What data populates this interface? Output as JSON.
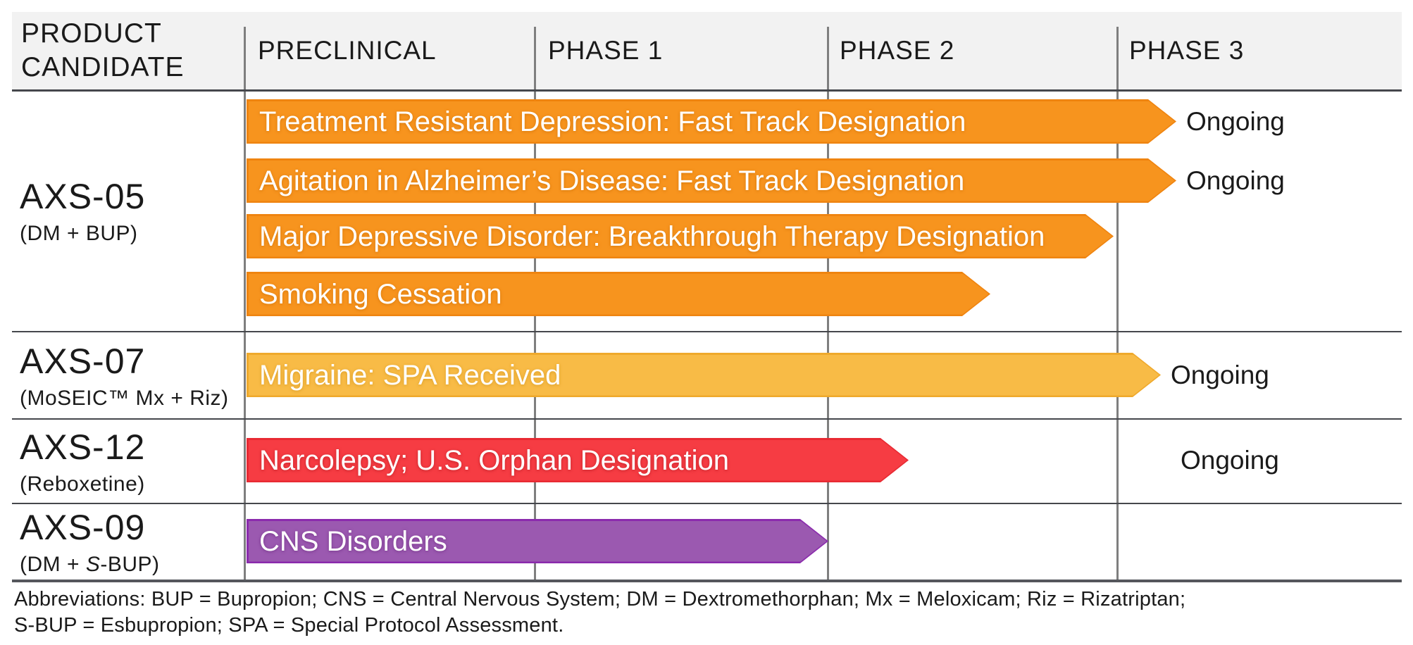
{
  "header": {
    "product_candidate_line1": "PRODUCT",
    "product_candidate_line2": "CANDIDATE",
    "preclinical": "PRECLINICAL",
    "phase1": "PHASE 1",
    "phase2": "PHASE 2",
    "phase3": "PHASE 3"
  },
  "rows": [
    {
      "product": "AXS-05",
      "detail": "(DM + BUP)",
      "bars": [
        {
          "label": "Treatment Resistant Depression: Fast Track Designation",
          "status": "Ongoing"
        },
        {
          "label": "Agitation in Alzheimer’s Disease: Fast Track Designation",
          "status": "Ongoing"
        },
        {
          "label": "Major Depressive Disorder: Breakthrough Therapy Designation",
          "status": ""
        },
        {
          "label": "Smoking Cessation",
          "status": ""
        }
      ]
    },
    {
      "product": "AXS-07",
      "detail": "(MoSEIC™ Mx + Riz)",
      "bars": [
        {
          "label": "Migraine: SPA Received",
          "status": "Ongoing"
        }
      ]
    },
    {
      "product": "AXS-12",
      "detail": "(Reboxetine)",
      "bars": [
        {
          "label": "Narcolepsy; U.S. Orphan Designation",
          "status": "Ongoing"
        }
      ]
    },
    {
      "product": "AXS-09",
      "detail_parts": {
        "pre": "(DM + ",
        "italic": "S",
        "post": "-BUP)"
      },
      "bars": [
        {
          "label": "CNS Disorders",
          "status": ""
        }
      ]
    }
  ],
  "footnote": {
    "line1": "Abbreviations: BUP = Bupropion; CNS = Central Nervous System; DM = Dextromethorphan; Mx = Meloxicam; Riz = Rizatriptan;",
    "line2": "S-BUP = Esbupropion; SPA = Special Protocol Assessment."
  },
  "colors": {
    "orange": "#F7941E",
    "orange_edge": "#EF8410",
    "gold": "#F8BB46",
    "gold_edge": "#EFA92C",
    "red": "#F63C43",
    "red_edge": "#E82A33",
    "purple": "#9B59B0",
    "purple_edge": "#8B2BAD",
    "header_bg": "#F2F2F2",
    "grid_vertical": "#7F7F7F",
    "grid_horizontal": "#45474C",
    "text": "#1A1A1A",
    "bar_text": "#FFFFFF"
  },
  "chart_data": {
    "type": "bar",
    "subtype": "pipeline-gantt",
    "orientation": "horizontal",
    "phases": [
      "PRECLINICAL",
      "PHASE 1",
      "PHASE 2",
      "PHASE 3"
    ],
    "axis_note": "bar extent in phase units: 0 = start of Preclinical, 1 = end of Preclinical, 2 = end of Phase 1, 3 = end of Phase 2, 4 = end of Phase 3",
    "legend_position": "none",
    "grid": true,
    "programs": [
      {
        "product": "AXS-05",
        "composition": "DM + BUP",
        "indication": "Treatment Resistant Depression: Fast Track Designation",
        "start": 0,
        "end": 3.2,
        "status": "Ongoing",
        "color": "#F7941E"
      },
      {
        "product": "AXS-05",
        "composition": "DM + BUP",
        "indication": "Agitation in Alzheimer’s Disease: Fast Track Designation",
        "start": 0,
        "end": 3.2,
        "status": "Ongoing",
        "color": "#F7941E"
      },
      {
        "product": "AXS-05",
        "composition": "DM + BUP",
        "indication": "Major Depressive Disorder: Breakthrough Therapy Designation",
        "start": 0,
        "end": 3.0,
        "status": "",
        "color": "#F7941E"
      },
      {
        "product": "AXS-05",
        "composition": "DM + BUP",
        "indication": "Smoking Cessation",
        "start": 0,
        "end": 2.55,
        "status": "",
        "color": "#F7941E"
      },
      {
        "product": "AXS-07",
        "composition": "MoSEIC™ Mx + Riz",
        "indication": "Migraine: SPA Received",
        "start": 0,
        "end": 3.15,
        "status": "Ongoing",
        "color": "#F8BB46"
      },
      {
        "product": "AXS-12",
        "composition": "Reboxetine",
        "indication": "Narcolepsy; U.S. Orphan Designation",
        "start": 0,
        "end": 2.3,
        "status": "Ongoing",
        "color": "#F63C43"
      },
      {
        "product": "AXS-09",
        "composition": "DM + S-BUP",
        "indication": "CNS Disorders",
        "start": 0,
        "end": 2.0,
        "status": "",
        "color": "#9B59B0"
      }
    ]
  }
}
